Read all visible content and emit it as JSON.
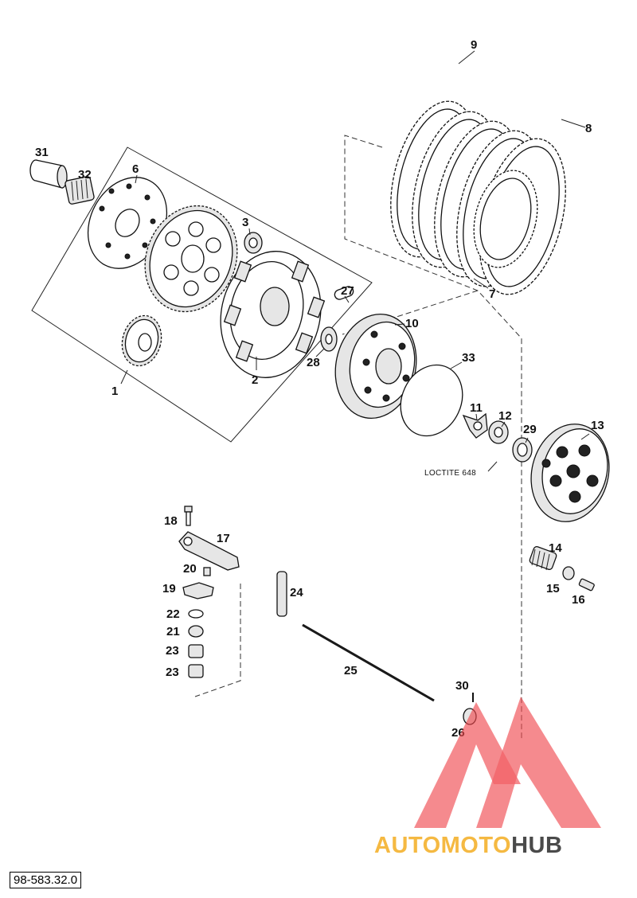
{
  "document_id": "98-583.32.0",
  "note": "LOCTITE 648",
  "brand": {
    "part1": "AUTOMOTO",
    "part2": "HUB",
    "accent": "#f5b942",
    "dark": "#4a4a4a",
    "logo_color": "#f0484d"
  },
  "callouts": {
    "c1": "1",
    "c2": "2",
    "c3": "3",
    "c6": "6",
    "c7": "7",
    "c8": "8",
    "c9": "9",
    "c10": "10",
    "c11": "11",
    "c12": "12",
    "c13": "13",
    "c14": "14",
    "c15": "15",
    "c16": "16",
    "c17": "17",
    "c18": "18",
    "c19": "19",
    "c20": "20",
    "c21": "21",
    "c22": "22",
    "c23a": "23",
    "c23b": "23",
    "c24": "24",
    "c25": "25",
    "c26": "26",
    "c27": "27",
    "c28": "28",
    "c29": "29",
    "c30": "30",
    "c31": "31",
    "c32": "32",
    "c33": "33"
  }
}
